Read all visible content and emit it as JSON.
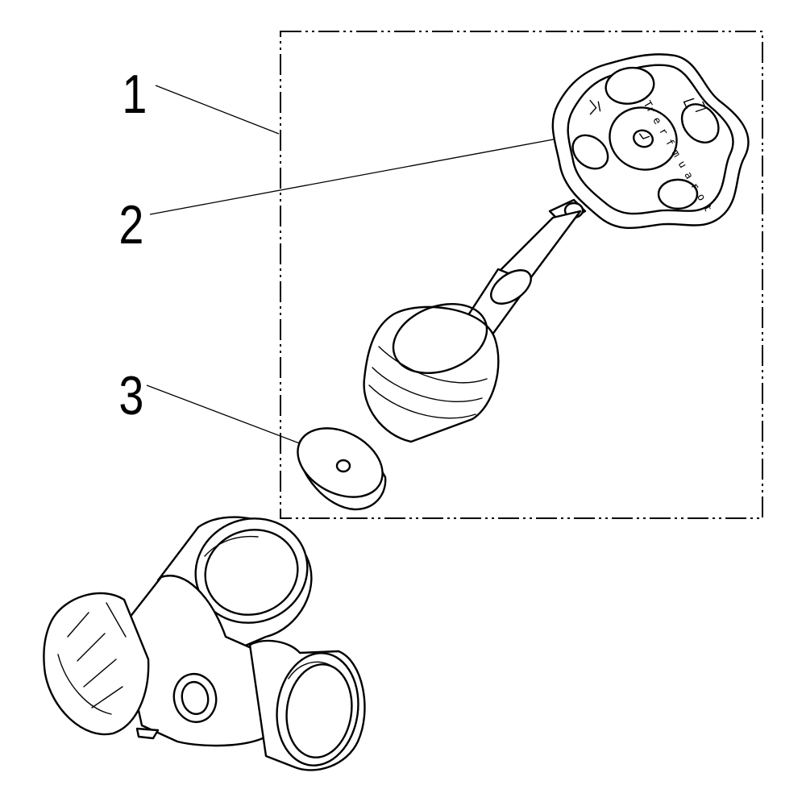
{
  "callouts": [
    {
      "id": "1",
      "label": "1"
    },
    {
      "id": "2",
      "label": "2"
    },
    {
      "id": "3",
      "label": "3"
    }
  ],
  "knob_text": "Tr e r f m u a r o t"
}
